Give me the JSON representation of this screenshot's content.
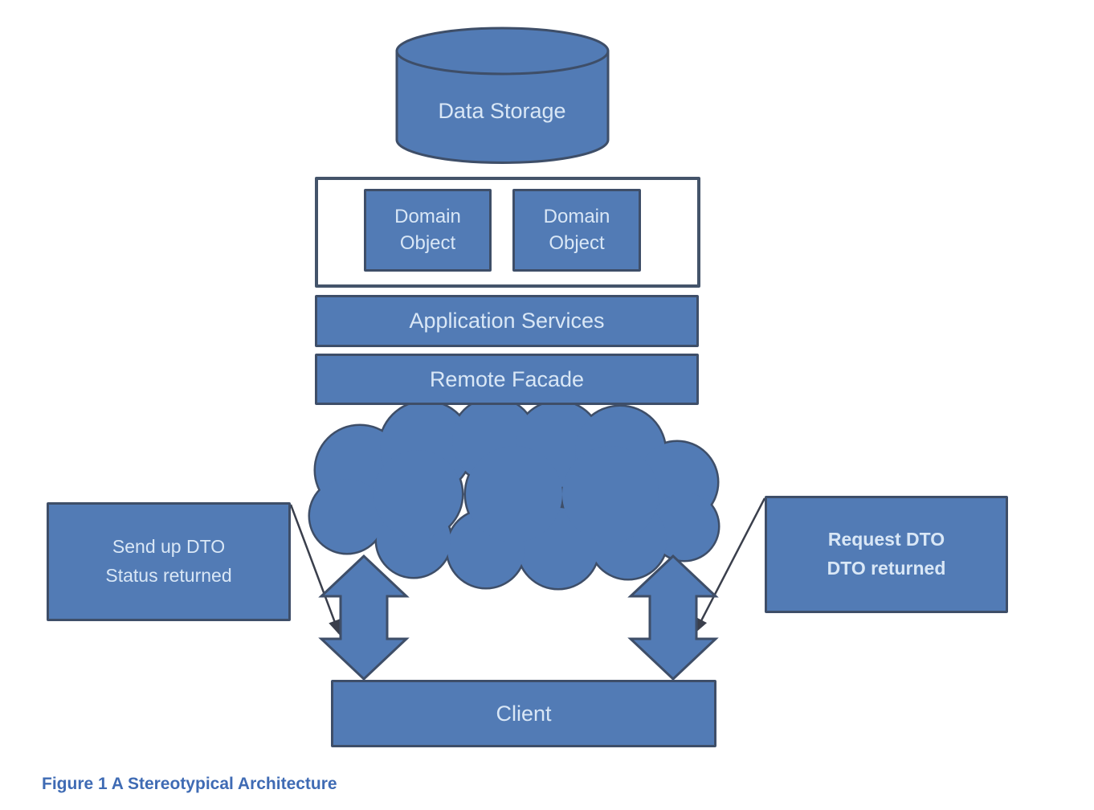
{
  "figure": {
    "caption": "Figure 1 A Stereotypical Architecture"
  },
  "diagram": {
    "nodes": {
      "data_storage": {
        "label": "Data Storage",
        "shape": "cylinder"
      },
      "domain_object_1": {
        "label": "Domain Object",
        "shape": "rectangle"
      },
      "domain_object_2": {
        "label": "Domain Object",
        "shape": "rectangle"
      },
      "application_services": {
        "label": "Application Services",
        "shape": "bar"
      },
      "remote_facade": {
        "label": "Remote Facade",
        "shape": "bar"
      },
      "network": {
        "label": "",
        "shape": "cloud"
      },
      "client": {
        "label": "Client",
        "shape": "bar"
      }
    },
    "callouts": {
      "left": {
        "line1": "Send up DTO",
        "line2": "Status returned"
      },
      "right": {
        "line1": "Request DTO",
        "line2": "DTO returned"
      }
    },
    "connectors": {
      "left_arrow": "double-headed vertical arrow between cloud and Client",
      "right_arrow": "double-headed vertical arrow between cloud and Client"
    },
    "colors": {
      "shape_fill": "#527BB5",
      "shape_border": "#3E4E68",
      "container_border": "#44546A",
      "connector_line": "#3A3F4C",
      "label_text": "#D9E7F6",
      "caption_text": "#3F6BB4",
      "background": "#FFFFFF"
    }
  }
}
